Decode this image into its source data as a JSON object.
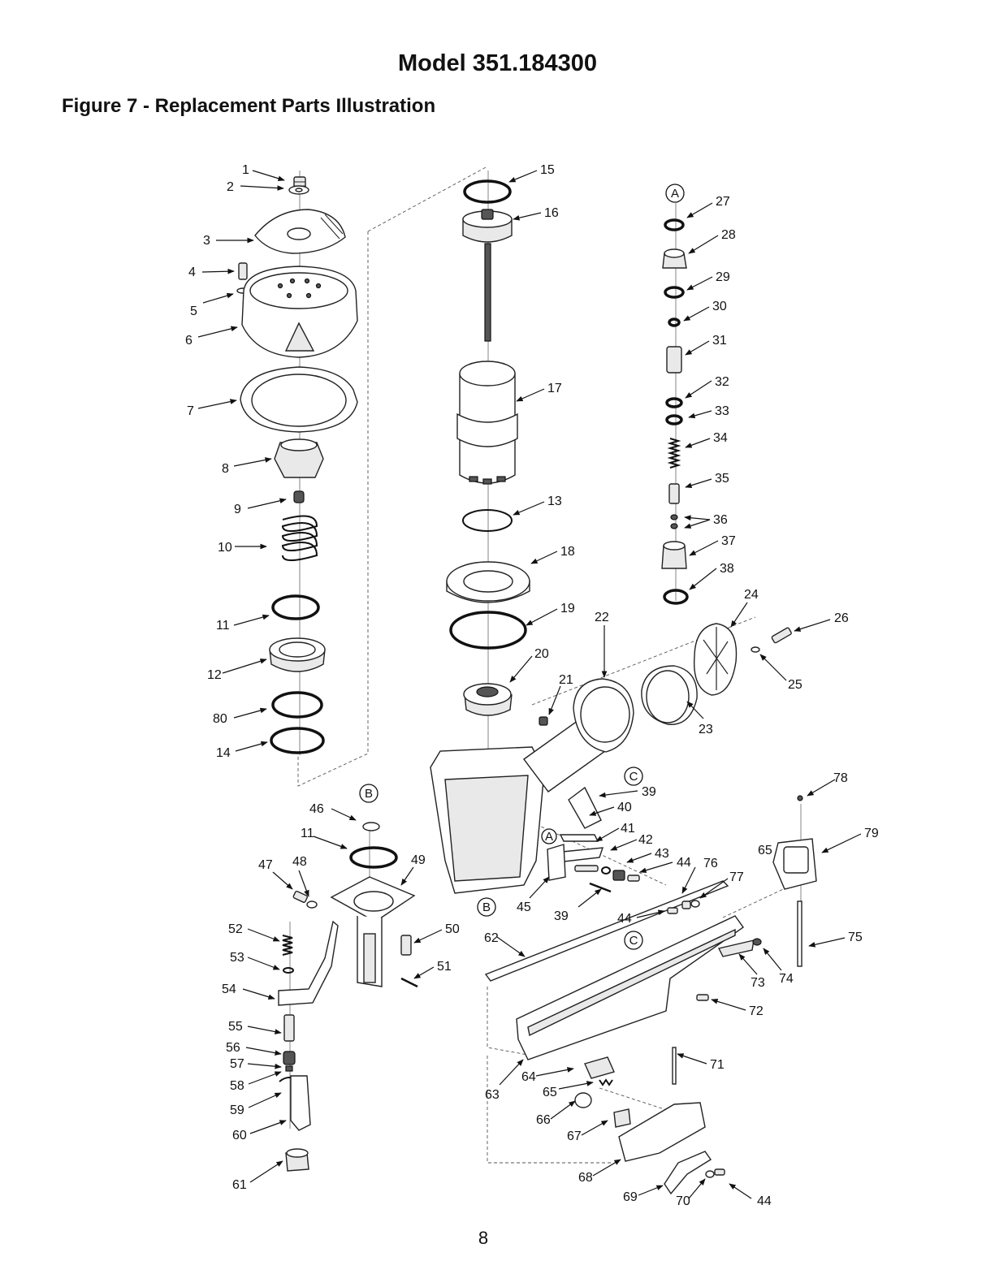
{
  "header": {
    "model_title": "Model 351.184300",
    "figure_title": "Figure 7 - Replacement Parts Illustration"
  },
  "page_number": "8",
  "callouts": [
    "A",
    "B",
    "C"
  ],
  "part_labels": [
    "1",
    "2",
    "3",
    "4",
    "5",
    "6",
    "7",
    "8",
    "9",
    "10",
    "11",
    "12",
    "80",
    "14",
    "15",
    "16",
    "17",
    "13",
    "18",
    "19",
    "20",
    "21",
    "22",
    "23",
    "24",
    "25",
    "26",
    "27",
    "28",
    "29",
    "30",
    "31",
    "32",
    "33",
    "34",
    "35",
    "36",
    "37",
    "38",
    "39",
    "40",
    "41",
    "42",
    "43",
    "44",
    "45",
    "46",
    "11",
    "47",
    "48",
    "49",
    "50",
    "51",
    "52",
    "53",
    "54",
    "55",
    "56",
    "57",
    "58",
    "59",
    "60",
    "61",
    "62",
    "44",
    "39",
    "76",
    "77",
    "65",
    "78",
    "79",
    "75",
    "74",
    "73",
    "72",
    "71",
    "63",
    "64",
    "65",
    "66",
    "67",
    "68",
    "69",
    "70",
    "44"
  ]
}
